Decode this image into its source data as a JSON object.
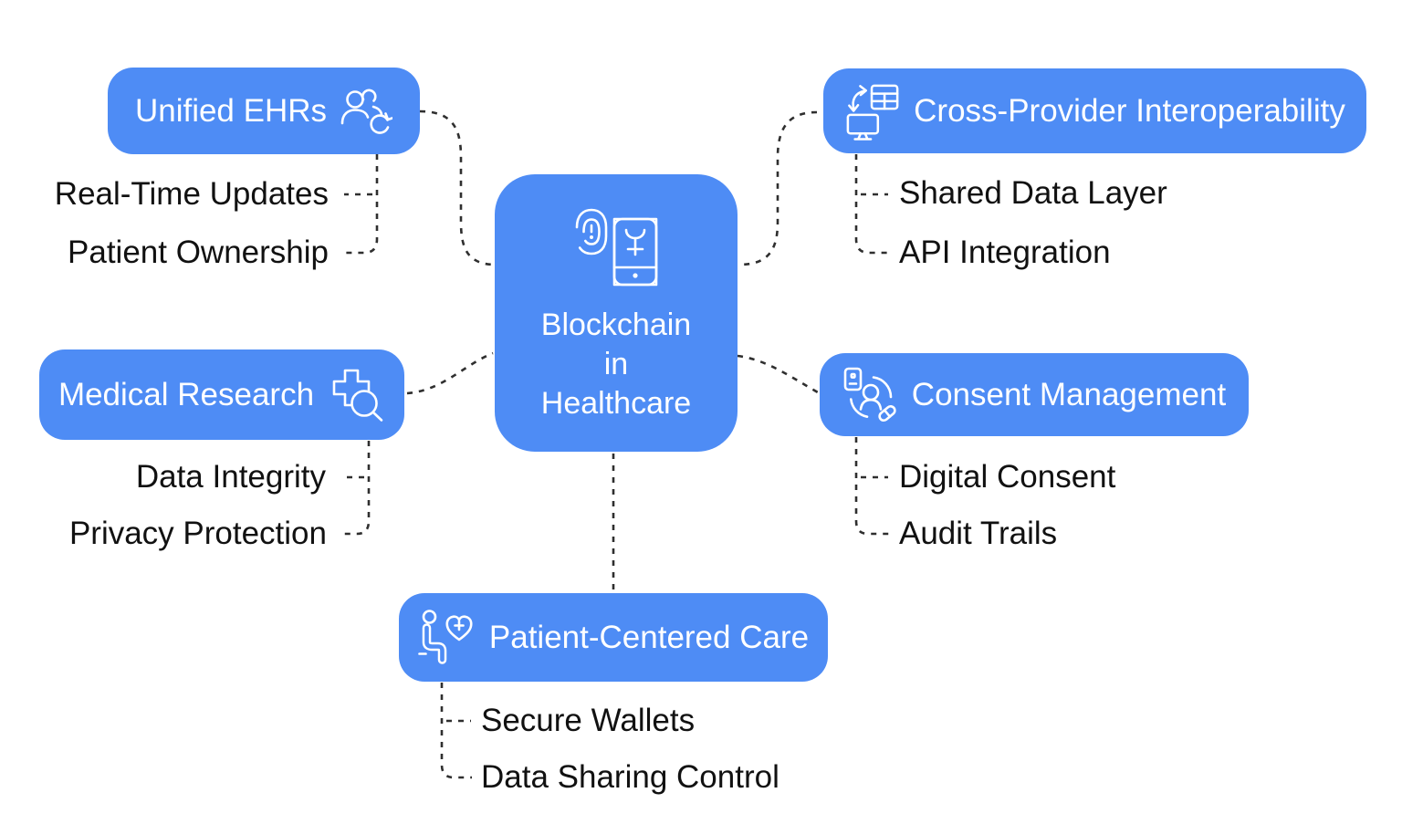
{
  "diagram": {
    "type": "mind-map",
    "colors": {
      "node": "#4E8CF5",
      "node_text": "#FFFFFF",
      "label_text": "#111111",
      "connector": "#2F2F2F",
      "background": "#FFFFFF"
    },
    "center": {
      "label": "Blockchain\nin\nHealthcare",
      "icon": "fingerprint-smartphone-icon"
    },
    "branches": [
      {
        "id": "unified-ehrs",
        "label": "Unified EHRs",
        "icon": "users-sync-icon",
        "icon_position": "right",
        "children": [
          "Real-Time Updates",
          "Patient Ownership"
        ]
      },
      {
        "id": "cross-provider-interoperability",
        "label": "Cross-Provider Interoperability",
        "icon": "data-exchange-monitor-icon",
        "icon_position": "left",
        "children": [
          "Shared Data Layer",
          "API Integration"
        ]
      },
      {
        "id": "medical-research",
        "label": "Medical Research",
        "icon": "medical-cross-search-icon",
        "icon_position": "right",
        "children": [
          "Data Integrity",
          "Privacy Protection"
        ]
      },
      {
        "id": "consent-management",
        "label": "Consent Management",
        "icon": "person-document-pill-icon",
        "icon_position": "left",
        "children": [
          "Digital Consent",
          "Audit Trails"
        ]
      },
      {
        "id": "patient-centered-care",
        "label": "Patient-Centered Care",
        "icon": "patient-heart-icon",
        "icon_position": "left",
        "children": [
          "Secure Wallets",
          "Data Sharing Control"
        ]
      }
    ]
  }
}
